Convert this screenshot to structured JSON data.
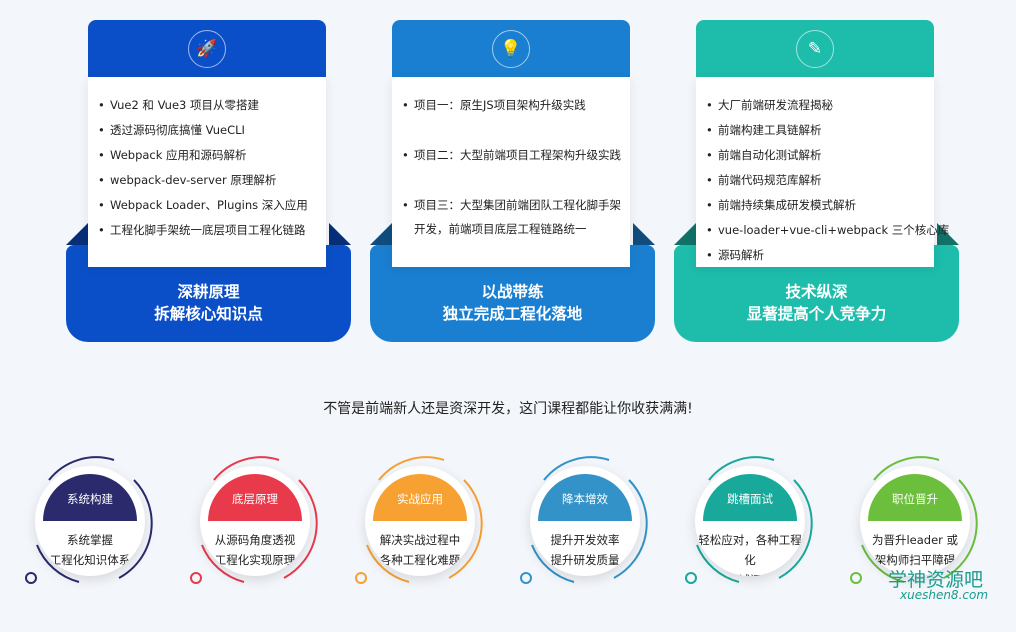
{
  "cards": [
    {
      "icon": "rocket-icon",
      "items": [
        "Vue2 和 Vue3 项目从零搭建",
        "透过源码彻底搞懂 VueCLI",
        "Webpack 应用和源码解析",
        "webpack-dev-server 原理解析",
        "Webpack Loader、Plugins 深入应用",
        "工程化脚手架统一底层项目工程化链路"
      ],
      "title1": "深耕原理",
      "title2": "拆解核心知识点",
      "color": "#0b4fc8"
    },
    {
      "icon": "lightbulb-icon",
      "items": [
        "项目一：原生JS项目架构升级实践",
        "项目二：大型前端项目工程架构升级实践",
        "项目三：大型集团前端团队工程化脚手架开发，前端项目底层工程链路统一"
      ],
      "title1": "以战带练",
      "title2": "独立完成工程化落地",
      "color": "#1a7fd0"
    },
    {
      "icon": "pencil-icon",
      "items": [
        "大厂前端研发流程揭秘",
        "前端构建工具链解析",
        "前端自动化测试解析",
        "前端代码规范库解析",
        "前端持续集成研发模式解析",
        "vue-loader+vue-cli+webpack 三个核心库",
        "源码解析"
      ],
      "title1": "技术纵深",
      "title2": "显著提高个人竞争力",
      "color": "#1dbcab"
    }
  ],
  "tagline": "不管是前端新人还是资深开发，这门课程都能让你收获满满!",
  "benefits": [
    {
      "title": "系统构建",
      "line1": "系统掌握",
      "line2": "工程化知识体系",
      "color": "#2a2a6c"
    },
    {
      "title": "底层原理",
      "line1": "从源码角度透视",
      "line2": "工程化实现原理",
      "color": "#e93a4b"
    },
    {
      "title": "实战应用",
      "line1": "解决实战过程中",
      "line2": "各种工程化难题",
      "color": "#f6a132"
    },
    {
      "title": "降本增效",
      "line1": "提升开发效率",
      "line2": "提升研发质量",
      "color": "#3393c8"
    },
    {
      "title": "跳槽面试",
      "line1": "轻松应对，各种工程化",
      "line2": "面试问题",
      "color": "#18a99a"
    },
    {
      "title": "职位晋升",
      "line1": "为晋升leader 或",
      "line2": "架构师扫平障碍",
      "color": "#6cbf3c"
    }
  ],
  "watermark": {
    "name": "学神资源吧",
    "url": "xueshen8.com"
  }
}
